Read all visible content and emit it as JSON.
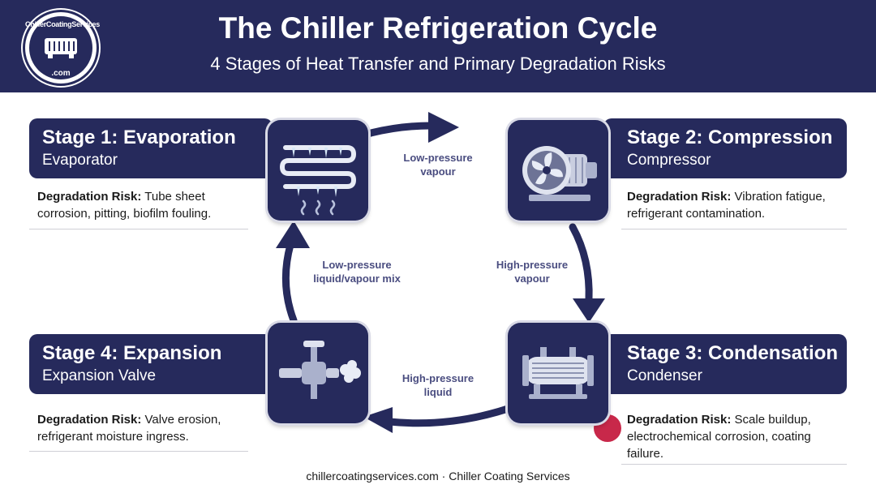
{
  "header": {
    "title": "The Chiller Refrigeration Cycle",
    "subtitle": "4 Stages of Heat Transfer and Primary Degradation Risks",
    "logo_top": "ChillerCoatingServices",
    "logo_bottom": ".com"
  },
  "colors": {
    "navy": "#262a5c",
    "accent": "#c8284a",
    "flow_text": "#4a4d80"
  },
  "stages": [
    {
      "title": "Stage 1: Evaporation",
      "component": "Evaporator",
      "risk_label": "Degradation Risk:",
      "risk_text": "Tube sheet corrosion, pitting, biofilm fouling.",
      "icon": "evaporator-coil-icon"
    },
    {
      "title": "Stage 2: Compression",
      "component": "Compressor",
      "risk_label": "Degradation Risk:",
      "risk_text": "Vibration fatigue, refrigerant contamination.",
      "icon": "compressor-fan-icon"
    },
    {
      "title": "Stage 3: Condensation",
      "component": "Condenser",
      "risk_label": "Degradation Risk:",
      "risk_text": "Scale buildup, electrochemical corrosion, coating failure.",
      "icon": "condenser-shell-icon"
    },
    {
      "title": "Stage 4: Expansion",
      "component": "Expansion Valve",
      "risk_label": "Degradation Risk:",
      "risk_text": "Valve erosion, refrigerant moisture ingress.",
      "icon": "expansion-valve-icon"
    }
  ],
  "flows": {
    "top": [
      "Low-pressure",
      "vapour"
    ],
    "right": [
      "High-pressure",
      "vapour"
    ],
    "bottom": [
      "High-pressure",
      "liquid"
    ],
    "left": [
      "Low-pressure",
      "liquid/vapour mix"
    ]
  },
  "footer": "chillercoatingservices.com · Chiller Coating Services"
}
